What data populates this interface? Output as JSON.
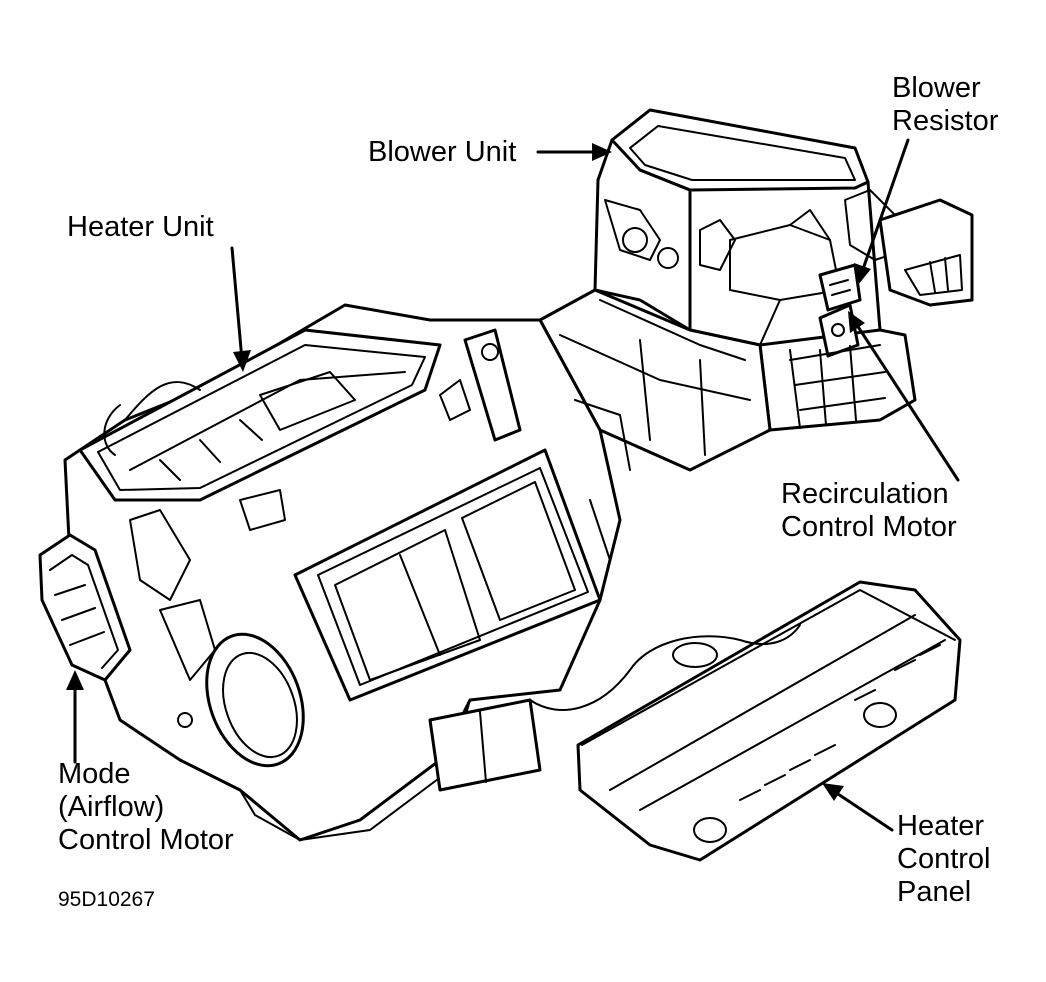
{
  "labels": {
    "blower_unit": "Blower Unit",
    "blower_resistor": [
      "Blower",
      "Resistor"
    ],
    "heater_unit": "Heater Unit",
    "recirculation_control_motor": [
      "Recirculation",
      "Control Motor"
    ],
    "mode_control_motor": [
      "Mode",
      "(Airflow)",
      "Control Motor"
    ],
    "heater_control_panel": [
      "Heater",
      "Control",
      "Panel"
    ]
  },
  "figure_code": "95D10267"
}
